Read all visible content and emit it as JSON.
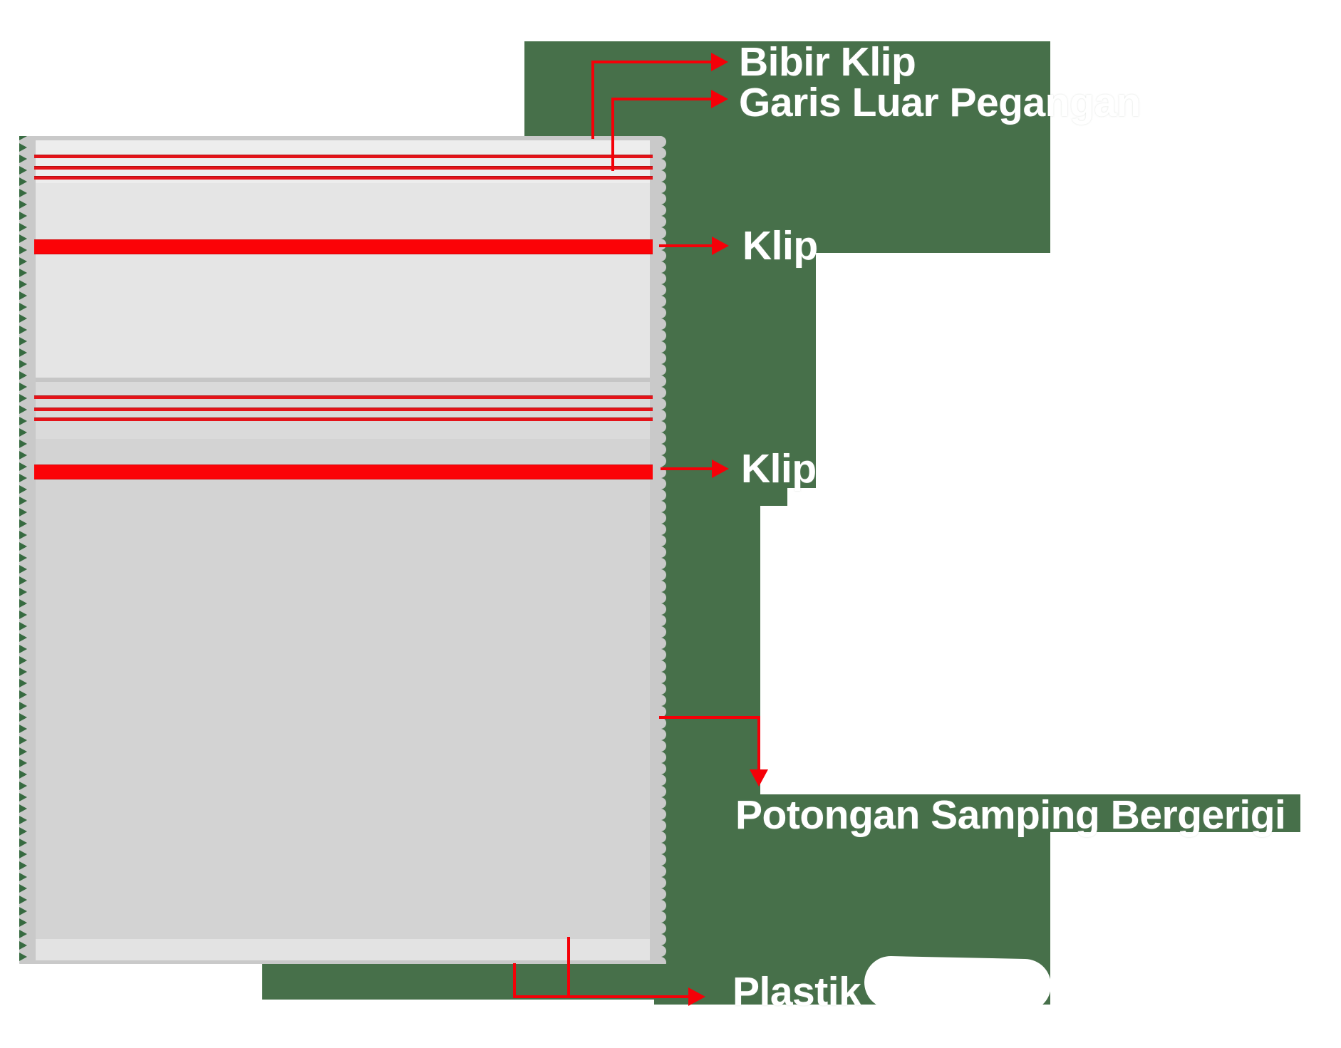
{
  "diagram": {
    "description": "Plastic clip bag (ziplock) anatomy diagram",
    "labels": {
      "bibir_klip": "Bibir Klip",
      "garis_luar_pegangan": "Garis Luar Pegangan",
      "klip_top": "Klip",
      "klip_bottom": "Klip",
      "potongan_samping": "Potongan Samping Bergerigi",
      "plastik": "Plastik"
    },
    "colors": {
      "label-green": "#47704a",
      "notch-green": "#366a40",
      "arrow-red": "#f50008",
      "line-red": "#e41319",
      "bar-red": "#fb0307",
      "bag-light": "#e5e5e5",
      "bag-dark": "#d3d3d3",
      "bag-bottom-strip": "#e3e3e3",
      "edge-gray": "#c9c9c9",
      "text-white": "#ffffff",
      "page-bg": "#ffffff"
    }
  }
}
